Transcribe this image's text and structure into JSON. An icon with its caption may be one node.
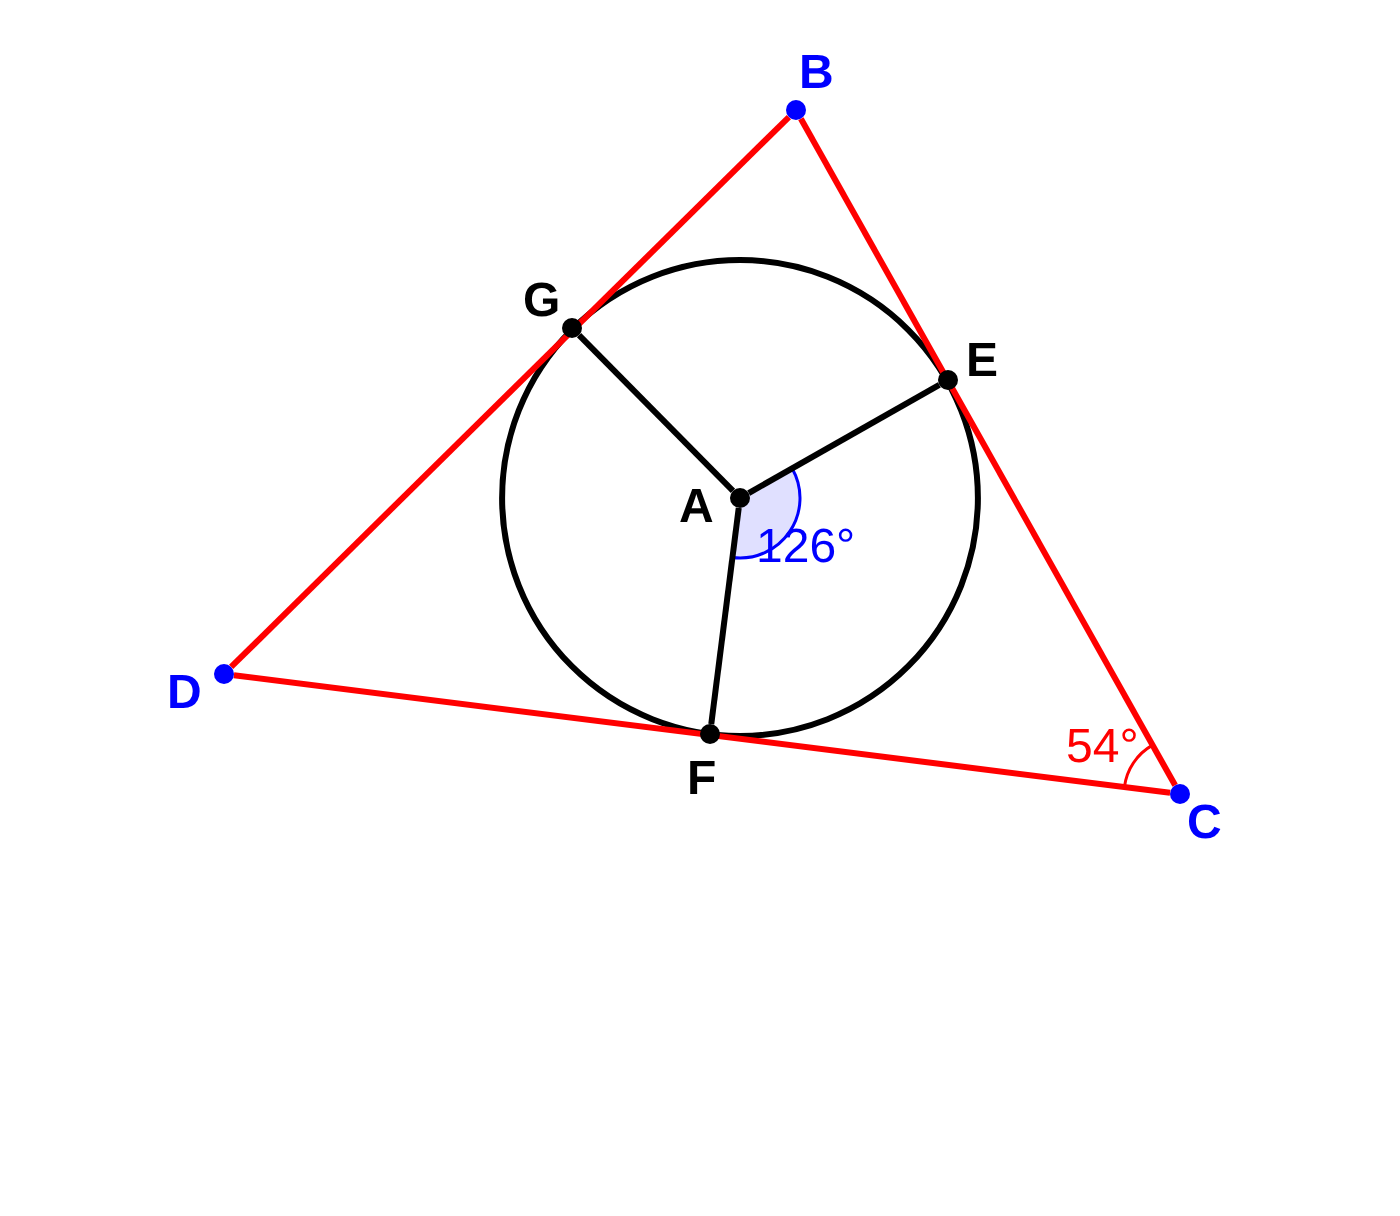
{
  "diagram": {
    "nodes": [
      {
        "text": [
          "B"
        ]
      },
      {
        "text": [
          "G"
        ]
      },
      {
        "text": [
          "E"
        ]
      },
      {
        "text": [
          "A"
        ]
      },
      {
        "text": [
          "D"
        ]
      },
      {
        "text": [
          "F"
        ]
      },
      {
        "text": [
          "C"
        ]
      }
    ],
    "edges": [
      {
        "from": 4,
        "to": 0,
        "arrow": "none",
        "color": "#ff0000"
      },
      {
        "from": 0,
        "to": 6,
        "arrow": "none",
        "color": "#ff0000"
      },
      {
        "from": 6,
        "to": 4,
        "arrow": "none",
        "color": "#ff0000"
      },
      {
        "from": 3,
        "to": 1,
        "arrow": "none",
        "color": "#000000"
      },
      {
        "from": 3,
        "to": 2,
        "arrow": "none",
        "color": "#000000"
      },
      {
        "from": 3,
        "to": 5,
        "arrow": "none",
        "color": "#000000"
      }
    ],
    "labels": [
      "126°",
      "54°"
    ]
  }
}
